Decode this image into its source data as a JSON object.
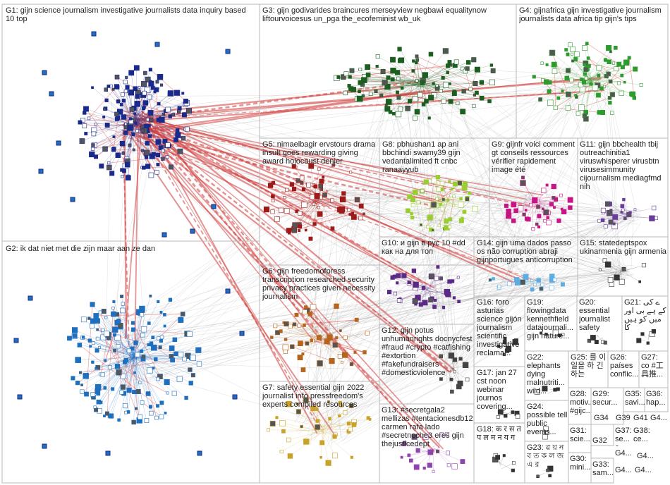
{
  "groups": [
    {
      "id": "G1",
      "label": "G1: gijn science journalism investigative journalists data inquiry based 10 top",
      "color": "#1a2a8a"
    },
    {
      "id": "G2",
      "label": "G2: ik dat niet met die zijn maar aan ze dan",
      "color": "#1f6fbf"
    },
    {
      "id": "G3",
      "label": "G3: gijn godivarides braincures merseyview negbawi equalitynow liftourvoicesus un_pga the_ecofeminist wb_uk",
      "color": "#1b5e20"
    },
    {
      "id": "G4",
      "label": "G4: gijnafrica gijn investigative journalism journalists data africa tip gijn's tips",
      "color": "#2e9b2e"
    },
    {
      "id": "G5",
      "label": "G5: nimaelbagir ervstours drama insult goes rewarding giving award holocaust denier",
      "color": "#9b1b1b"
    },
    {
      "id": "G6",
      "label": "G6: gijn freedomofpress transcription researched security privacy practices given necessity journalism",
      "color": "#b5651d"
    },
    {
      "id": "G7",
      "label": "G7: safety essential gijn 2022 journalist info pressfreedom's experts compiled resources",
      "color": "#c9a227"
    },
    {
      "id": "G8",
      "label": "G8: pbhushan1 ap ani bbchindi swamy39 gijn vedantalimited ft cnbc ranaayyub",
      "color": "#9acd32"
    },
    {
      "id": "G9",
      "label": "G9: gijnfr voici comment gt conseils ressources vérifier rapidement image été",
      "color": "#c71585"
    },
    {
      "id": "G10",
      "label": "G10: и gijn в рус 10 #dd как на для топ",
      "color": "#5b2a86"
    },
    {
      "id": "G11",
      "label": "G11: gijn bbchealth tbij outreachinitia1 viruswhisperer virusbtn virusesimmunity cijournalism mediagfmd nih",
      "color": "#6a3d9a"
    },
    {
      "id": "G12",
      "label": "G12: gijn potus unhumanrights docnycfest #fraud #crypto #catfishing #extortion #fakefundraisers #domesticviolence",
      "color": "#444444"
    },
    {
      "id": "G13",
      "label": "G13: #secretgala2 mellizas #tentacionesdb12 carmen rafa lado #secretnoche3 eres gijn thejusticedept",
      "color": "#8e44ad"
    },
    {
      "id": "G14",
      "label": "G14: gijn uma dados passo os não corruption abraji gijnportugues anticorruption",
      "color": "#5dade2"
    },
    {
      "id": "G15",
      "label": "G15: statedeptspox ukinarmenia gijn armenia",
      "color": "#333333"
    },
    {
      "id": "G16",
      "label": "G16: foro asturias science gijón journalism scientific investigative reclama...",
      "color": "#333333"
    },
    {
      "id": "G17",
      "label": "G17: jan 27 cst noon webinar journos covering...",
      "color": "#333333"
    },
    {
      "id": "G18",
      "label": "G18: क र स त प ल म न य ग",
      "color": "#333333"
    },
    {
      "id": "G19",
      "label": "G19: flowingdata kennethfield datajournali... gijn nature...",
      "color": "#333333"
    },
    {
      "id": "G20",
      "label": "G20: essential journalist safety",
      "color": "#333333"
    },
    {
      "id": "G21",
      "label": "G21: ے کی کے ہے بی اور میں کو ہیں کا",
      "color": "#333333"
    },
    {
      "id": "G22",
      "label": "G22: elephants dying malnutriti... wild...",
      "color": "#333333"
    },
    {
      "id": "G23",
      "label": "G23: ৱ য় ন ব ত ক ল জ এ র",
      "color": "#333333"
    },
    {
      "id": "G24",
      "label": "G24: possible tell public events...",
      "color": "#333333"
    },
    {
      "id": "G25",
      "label": "G25: 를 이 일을 하 긴 하는",
      "color": "#333333"
    },
    {
      "id": "G26",
      "label": "G26: países conflic...",
      "color": "#333333"
    },
    {
      "id": "G27",
      "label": "G27: co #工 具推...",
      "color": "#333333"
    },
    {
      "id": "G28",
      "label": "G28: motiv... #gijc...",
      "color": "#333333"
    },
    {
      "id": "G29",
      "label": "G29: secur...",
      "color": "#333333"
    },
    {
      "id": "G30",
      "label": "G30: mini...",
      "color": "#333333"
    },
    {
      "id": "G31",
      "label": "G31: scie...",
      "color": "#333333"
    },
    {
      "id": "G32",
      "label": "G32",
      "color": "#333333"
    },
    {
      "id": "G33",
      "label": "G33: sam...",
      "color": "#333333"
    },
    {
      "id": "G34",
      "label": "G34",
      "color": "#333333"
    },
    {
      "id": "G35",
      "label": "G35: savi...",
      "color": "#333333"
    },
    {
      "id": "G36",
      "label": "G36: hap...",
      "color": "#333333"
    },
    {
      "id": "G37",
      "label": "G37: se... c...",
      "color": "#333333"
    },
    {
      "id": "G38",
      "label": "G38: ce...",
      "color": "#333333"
    },
    {
      "id": "G39",
      "label": "G39",
      "color": "#333333"
    },
    {
      "id": "G40",
      "label": "G4...",
      "color": "#333333"
    },
    {
      "id": "G41",
      "label": "G41",
      "color": "#333333"
    },
    {
      "id": "G42",
      "label": "G4...",
      "color": "#333333"
    },
    {
      "id": "G43",
      "label": "G4...",
      "color": "#333333"
    },
    {
      "id": "G44",
      "label": "G4...",
      "color": "#333333"
    },
    {
      "id": "G46",
      "label": "G46",
      "color": "#333333"
    }
  ]
}
